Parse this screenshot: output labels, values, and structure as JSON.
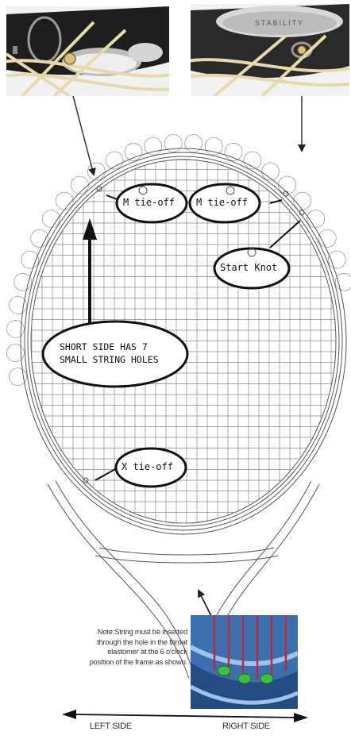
{
  "labels": {
    "m_tieoff_left": "M tie-off",
    "m_tieoff_right": "M tie-off",
    "start_knot": "Start Knot",
    "short_side_line1": "SHORT SIDE HAS 7",
    "short_side_line2": "SMALL STRING HOLES",
    "x_tieoff": "X tie-off",
    "left_side": "LEFT SIDE",
    "right_side": "RIGHT SIDE"
  },
  "photo_text": {
    "stability": "STABILITY"
  },
  "note": {
    "line1": "Note:String must be inserted",
    "line2": "through the hole in the throat",
    "line3": "elastomer at the 6 o'clock",
    "line4": "position of the frame as shown."
  },
  "colors": {
    "bubble_outline": "#111111",
    "frame_line": "#555555",
    "string_grid": "#8a8a8a",
    "photo_dark": "#1e1e1e",
    "string_tan": "#e8d9a8",
    "throat_blue": "#2b5f9a",
    "throat_green": "#3fbf3f",
    "throat_red": "#c0253a"
  }
}
